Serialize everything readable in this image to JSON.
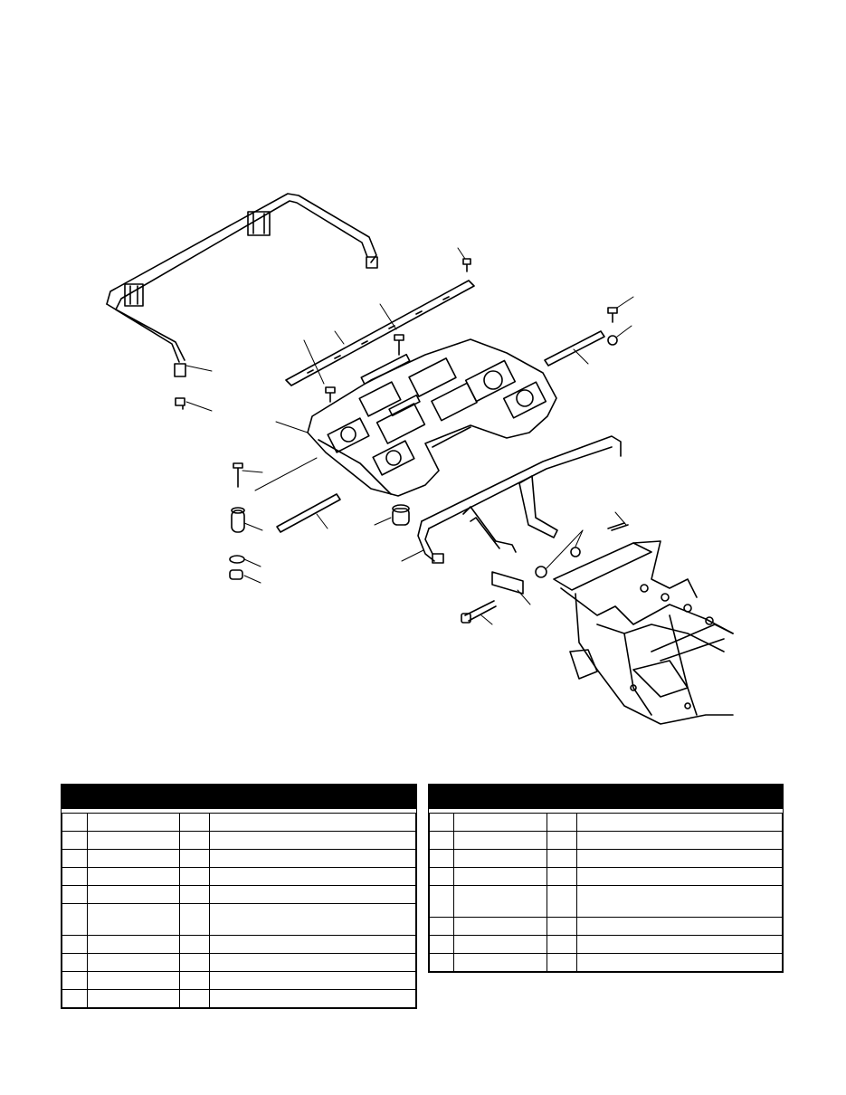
{
  "diagram": {
    "subject": "exploded parts view of rear cargo rack assembly",
    "callouts_printed": false
  },
  "tables": [
    {
      "rows": 10,
      "tall_rows": [
        5
      ]
    },
    {
      "rows": 8,
      "tall_rows": [
        4
      ]
    }
  ]
}
